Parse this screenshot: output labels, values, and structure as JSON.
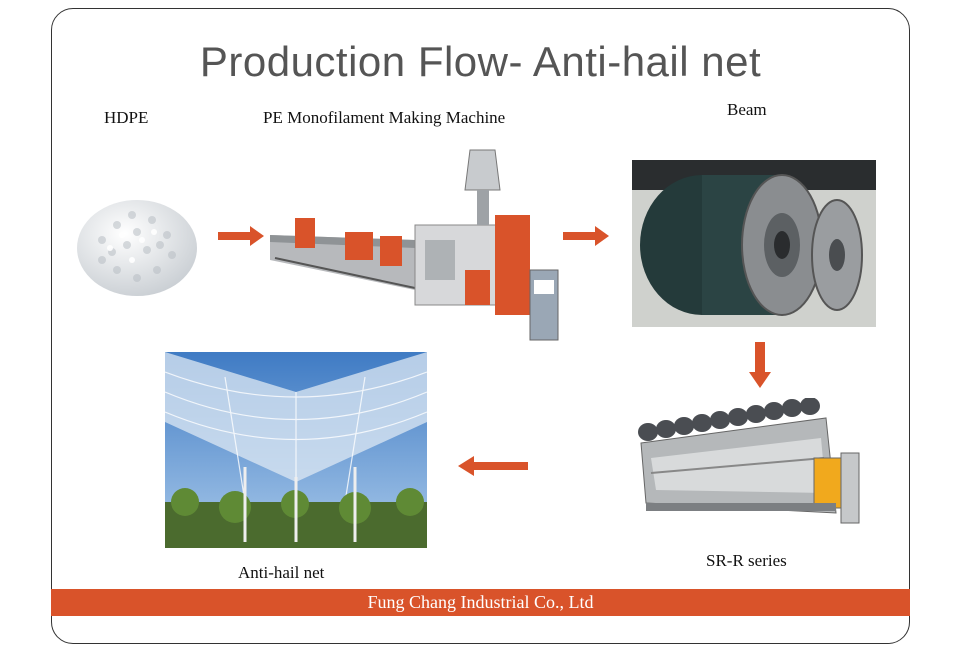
{
  "title": "Production Flow- Anti-hail net",
  "steps": {
    "hdpe": "HDPE",
    "machine": "PE Monofilament Making Machine",
    "beam": "Beam",
    "sr": "SR-R series",
    "net": "Anti-hail  net"
  },
  "footer": "Fung Chang Industrial Co., Ltd",
  "colors": {
    "accent": "#d9532a",
    "title": "#555555"
  }
}
